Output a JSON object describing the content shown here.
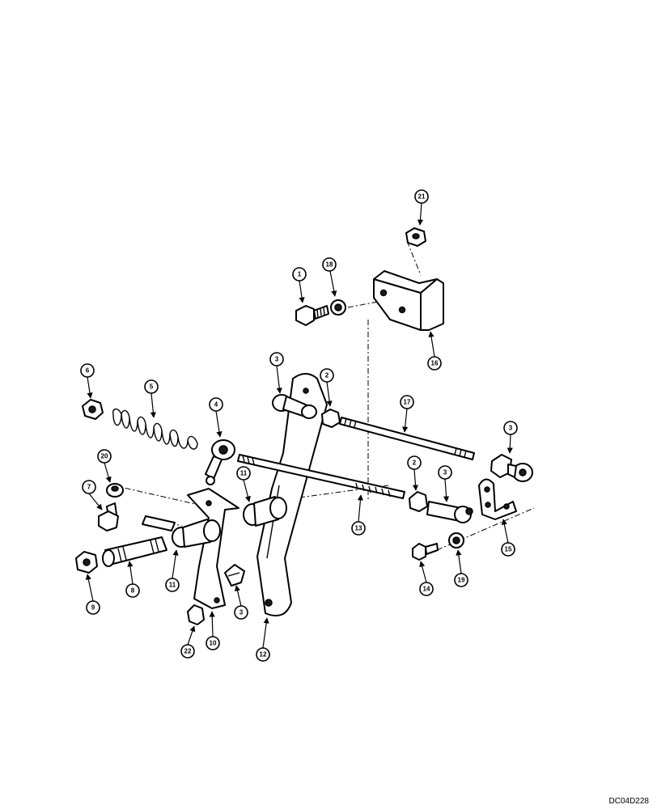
{
  "figure_code": "DC04D228",
  "callouts": [
    "1",
    "2",
    "3",
    "4",
    "5",
    "6",
    "7",
    "8",
    "9",
    "10",
    "11",
    "12",
    "13",
    "14",
    "15",
    "16",
    "17",
    "18",
    "19",
    "20",
    "21",
    "22"
  ],
  "colors": {
    "line": "#000000",
    "background": "#ffffff"
  }
}
